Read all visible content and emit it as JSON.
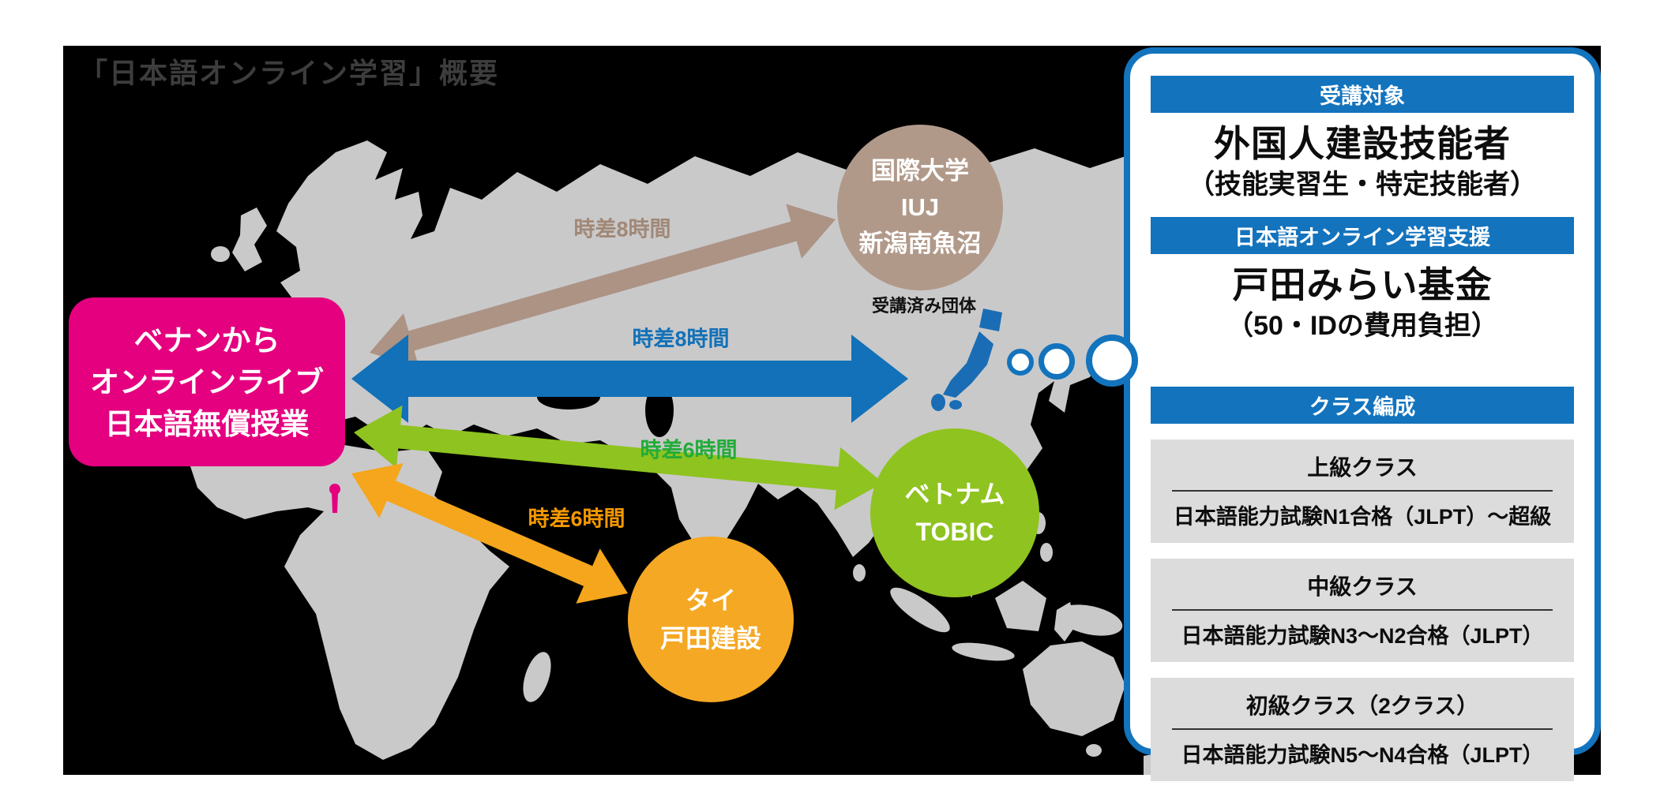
{
  "title": "「日本語オンライン学習」概要",
  "map": {
    "bg_color": "#000000",
    "land_color": "#c9c9ca",
    "japan_color": "#1a6db5",
    "benin_color": "#e4007f"
  },
  "origin": {
    "lines": [
      "ベナンから",
      "オンラインライブ",
      "日本語無償授業"
    ],
    "color": "#e4007f"
  },
  "nodes": {
    "iuj": {
      "lines": [
        "国際大学",
        "IUJ",
        "新潟南魚沼"
      ],
      "color": "#b1998a",
      "note": "受講済み団体"
    },
    "vietnam": {
      "lines": [
        "ベトナム",
        "TOBIC"
      ],
      "color": "#8fc31f"
    },
    "thailand": {
      "lines": [
        "タイ",
        "戸田建設"
      ],
      "color": "#f5a823"
    }
  },
  "arrows": [
    {
      "label": "時差8時間",
      "color": "#ac9384",
      "label_color": "#a18876"
    },
    {
      "label": "時差8時間",
      "color": "#1271b8",
      "label_color": "#1271b8"
    },
    {
      "label": "時差6時間",
      "color": "#8fc31f",
      "label_color": "#22ac38"
    },
    {
      "label": "時差6時間",
      "color": "#f5a61c",
      "label_color": "#f39800"
    }
  ],
  "bubble_color": "#1373bd",
  "panel": {
    "border_color": "#1373bd",
    "header1": "受講対象",
    "target_title": "外国人建設技能者",
    "target_subtitle": "（技能実習生・特定技能者）",
    "header2": "日本語オンライン学習支援",
    "support_title": "戸田みらい基金",
    "support_subtitle": "（50・IDの費用負担）",
    "header3": "クラス編成",
    "classes": [
      {
        "name": "上級クラス",
        "desc": "日本語能力試験N1合格（JLPT）～超級"
      },
      {
        "name": "中級クラス",
        "desc": "日本語能力試験N3～N2合格（JLPT）"
      },
      {
        "name": "初級クラス（2クラス）",
        "desc": "日本語能力試験N5～N4合格（JLPT）"
      }
    ]
  }
}
